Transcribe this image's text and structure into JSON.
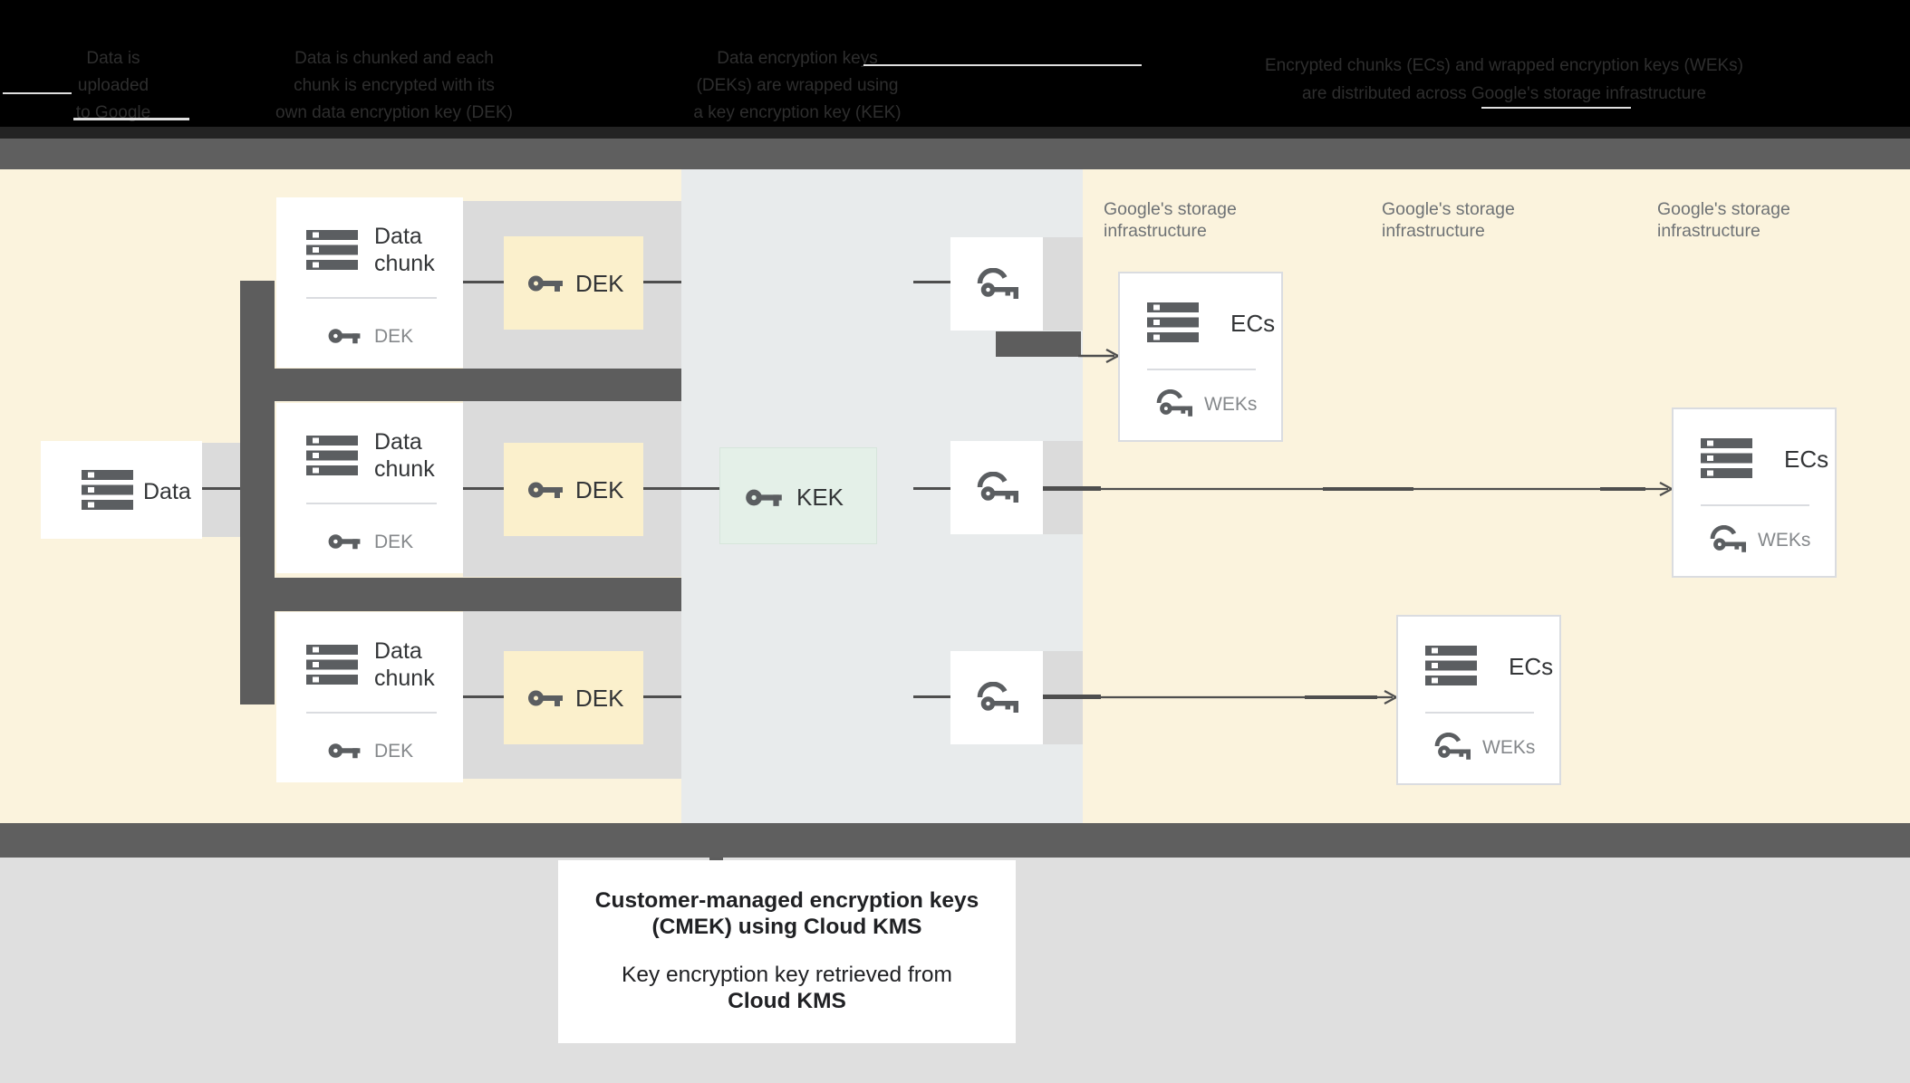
{
  "header": {
    "steps": [
      {
        "lines": [
          "Data is",
          "uploaded",
          "to Google"
        ]
      },
      {
        "lines": [
          "Data is chunked and each",
          "chunk is encrypted with its",
          "own data encryption key (DEK)"
        ]
      },
      {
        "lines": [
          "Data encryption keys",
          "(DEKs) are wrapped using",
          "a key encryption key (KEK)"
        ]
      },
      {
        "lines": [
          "Encrypted chunks (ECs) and wrapped encryption keys (WEKs)",
          "are distributed across Google's storage infrastructure"
        ]
      }
    ]
  },
  "diagram": {
    "data_box": {
      "label": "Data"
    },
    "chunks": [
      {
        "line1": "Data",
        "line2": "chunk",
        "key_label": "DEK"
      },
      {
        "line1": "Data",
        "line2": "chunk",
        "key_label": "DEK"
      },
      {
        "line1": "Data",
        "line2": "chunk",
        "key_label": "DEK"
      }
    ],
    "dek_boxes": [
      {
        "label": "DEK"
      },
      {
        "label": "DEK"
      },
      {
        "label": "DEK"
      }
    ],
    "kek_box": {
      "label": "KEK"
    },
    "storage_labels": [
      {
        "line1": "Google's storage",
        "line2": "infrastructure"
      },
      {
        "line1": "Google's storage",
        "line2": "infrastructure"
      },
      {
        "line1": "Google's storage",
        "line2": "infrastructure"
      }
    ],
    "ecs_boxes": [
      {
        "label": "ECs",
        "key_label": "WEKs"
      },
      {
        "label": "ECs",
        "key_label": "WEKs"
      },
      {
        "label": "ECs",
        "key_label": "WEKs"
      }
    ]
  },
  "caption": {
    "line1": "Customer-managed encryption keys",
    "line2": "(CMEK) using Cloud KMS",
    "line3": "Key encryption key retrieved from",
    "line4": "Cloud KMS"
  },
  "colors": {
    "cream_bg": "#FBF3DD",
    "bluegray_bg": "#E8EBEC",
    "gray_band": "#DBDBDB",
    "dark_connector": "#5D5D5D",
    "dek_yellow": "#FBF0CC",
    "kek_green": "#E4F0E8",
    "icon_gray": "#5B5E61",
    "header_bg": "#000000"
  }
}
